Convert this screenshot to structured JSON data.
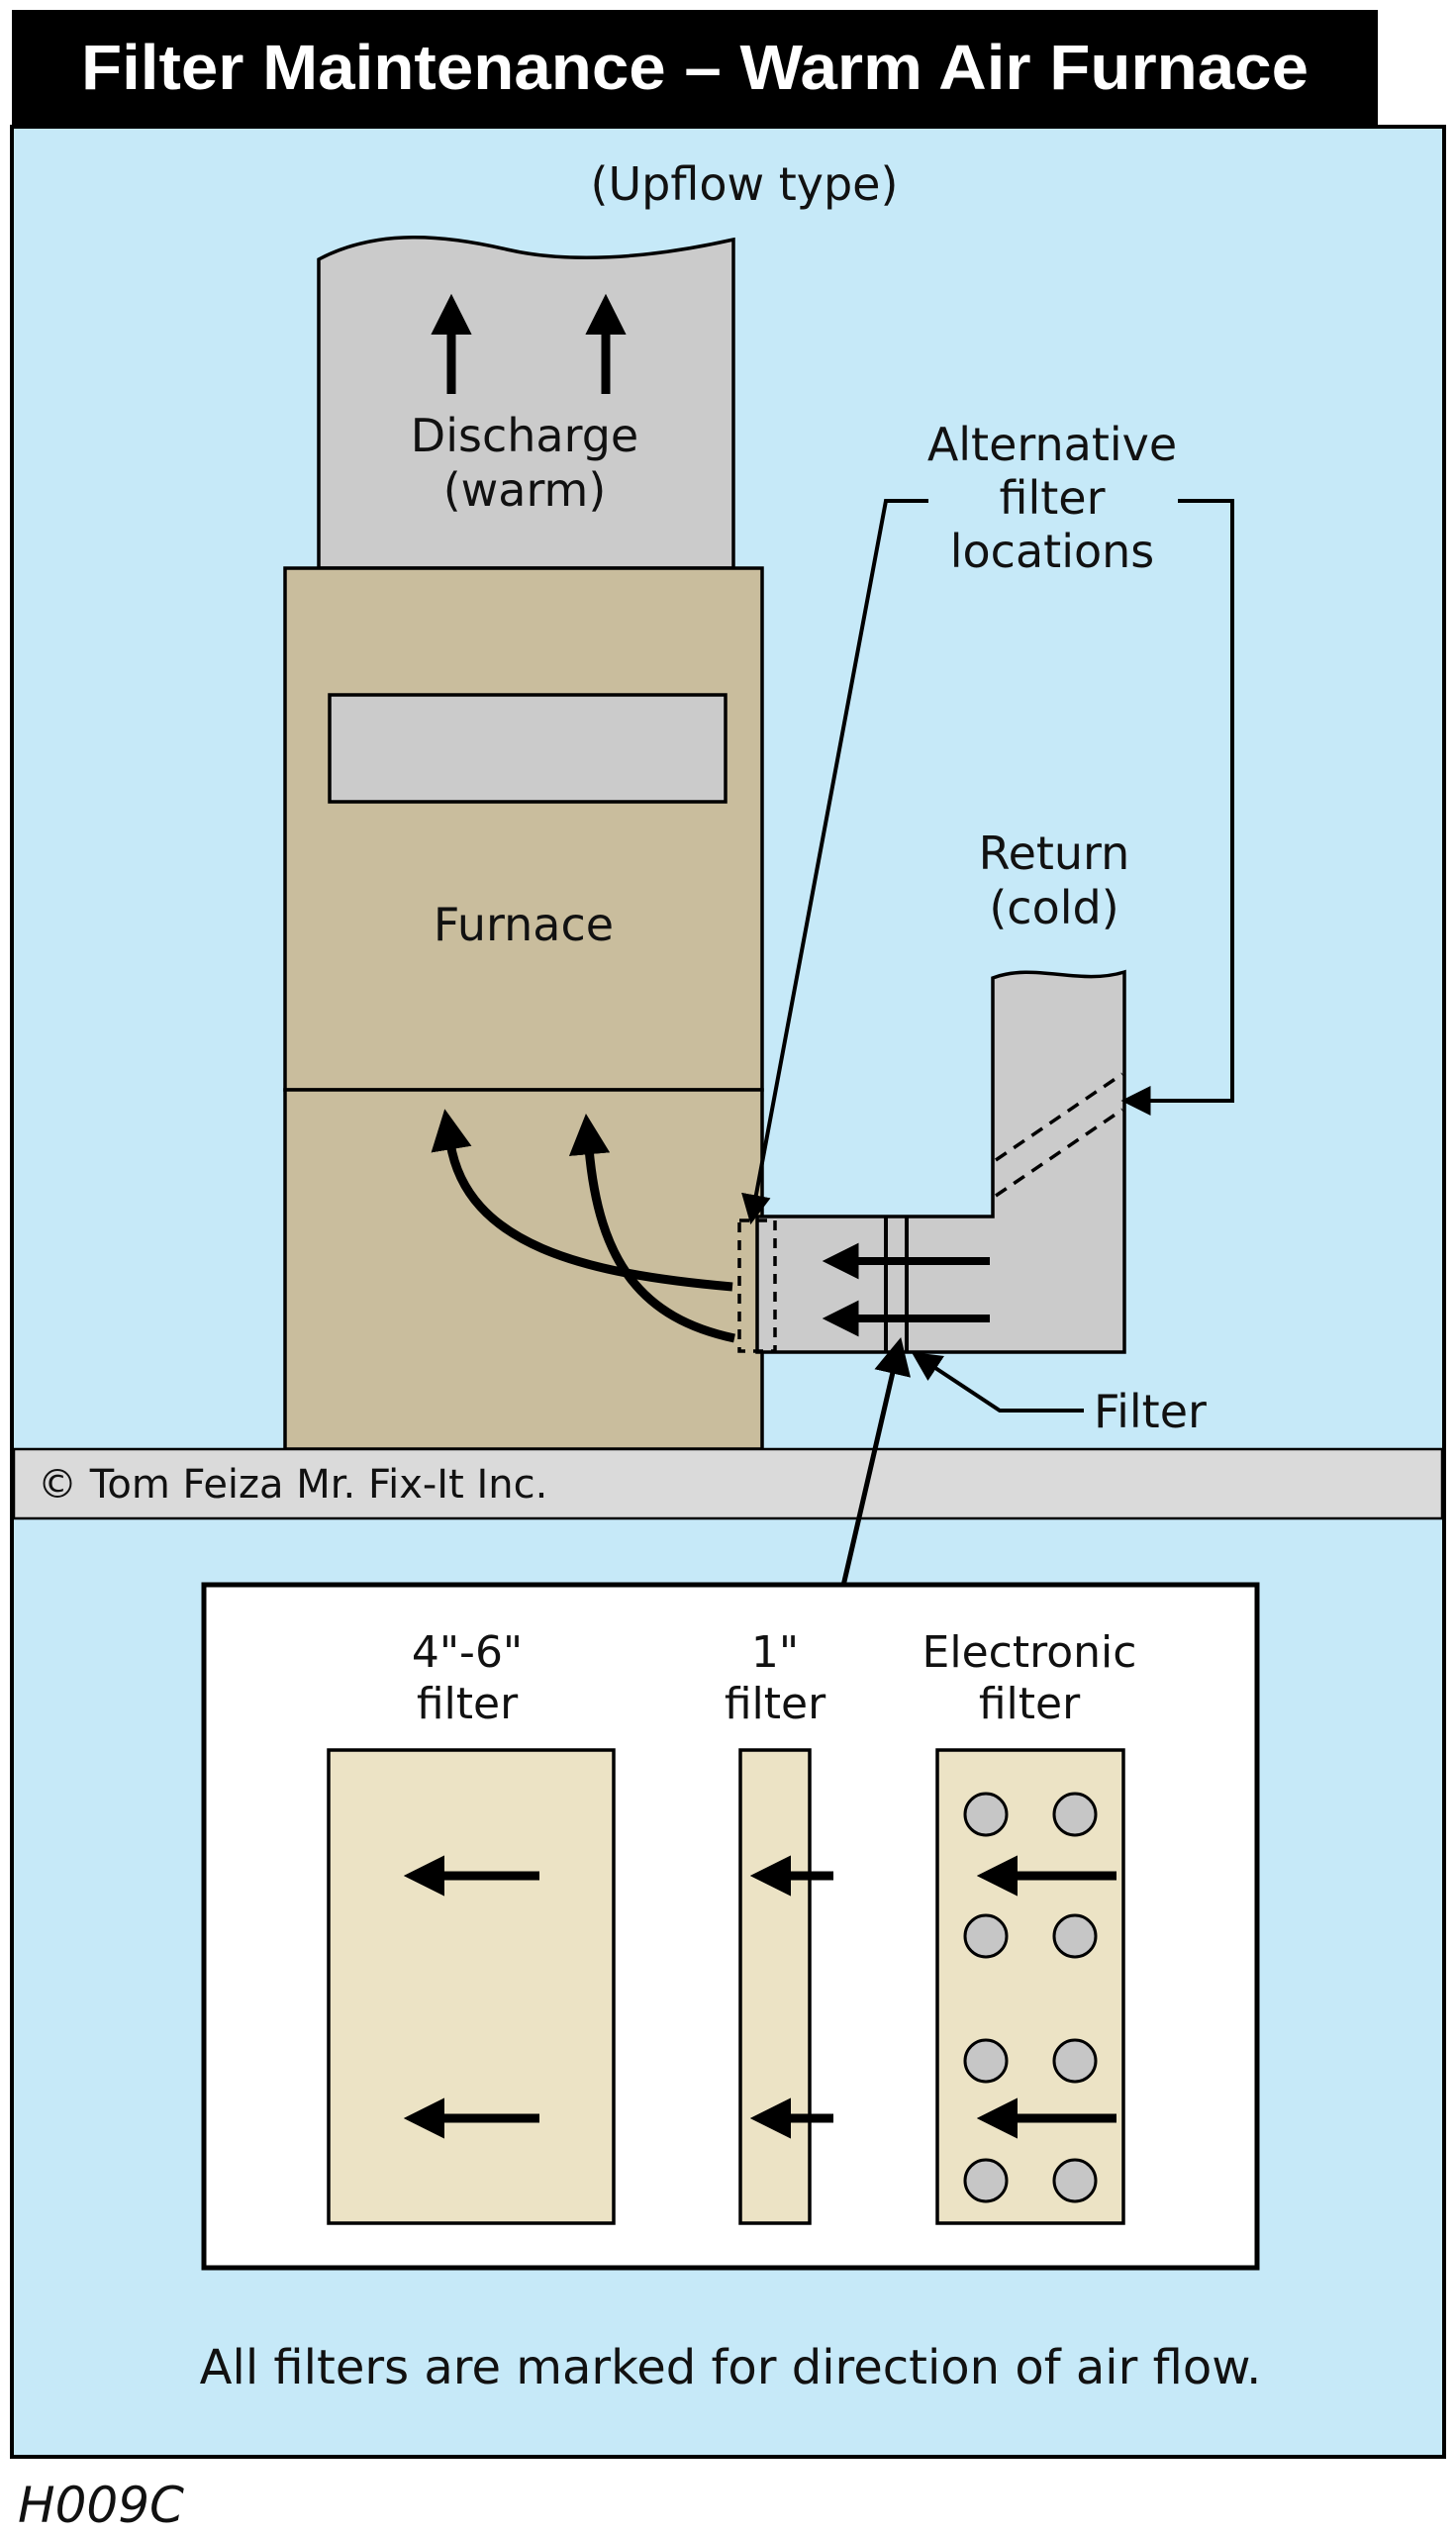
{
  "title": "Filter Maintenance – Warm Air Furnace",
  "diagram": {
    "subtitle": "(Upflow type)",
    "discharge": [
      "Discharge",
      "(warm)"
    ],
    "furnace": "Furnace",
    "return": [
      "Return",
      "(cold)"
    ],
    "alt_filter": [
      "Alternative",
      "filter",
      "locations"
    ],
    "filter": "Filter"
  },
  "copyright": "© Tom Feiza Mr. Fix-It Inc.",
  "inset": {
    "filters": [
      {
        "label": [
          "4\"-6\"",
          "filter"
        ]
      },
      {
        "label": [
          "1\"",
          "filter"
        ]
      },
      {
        "label": [
          "Electronic",
          "filter"
        ]
      }
    ],
    "caption": "All filters are marked for direction of air flow."
  },
  "code": "H009C",
  "colors": {
    "background_blue": "#c6e9f8",
    "duct_gray": "#cbcbcb",
    "furnace_tan": "#c9bd9d",
    "filter_beige": "#ece3c5",
    "band_gray": "#dadada",
    "circle_gray": "#c6c6c6",
    "title_bar": "#000000",
    "title_text": "#ffffff",
    "line_black": "#000000"
  }
}
